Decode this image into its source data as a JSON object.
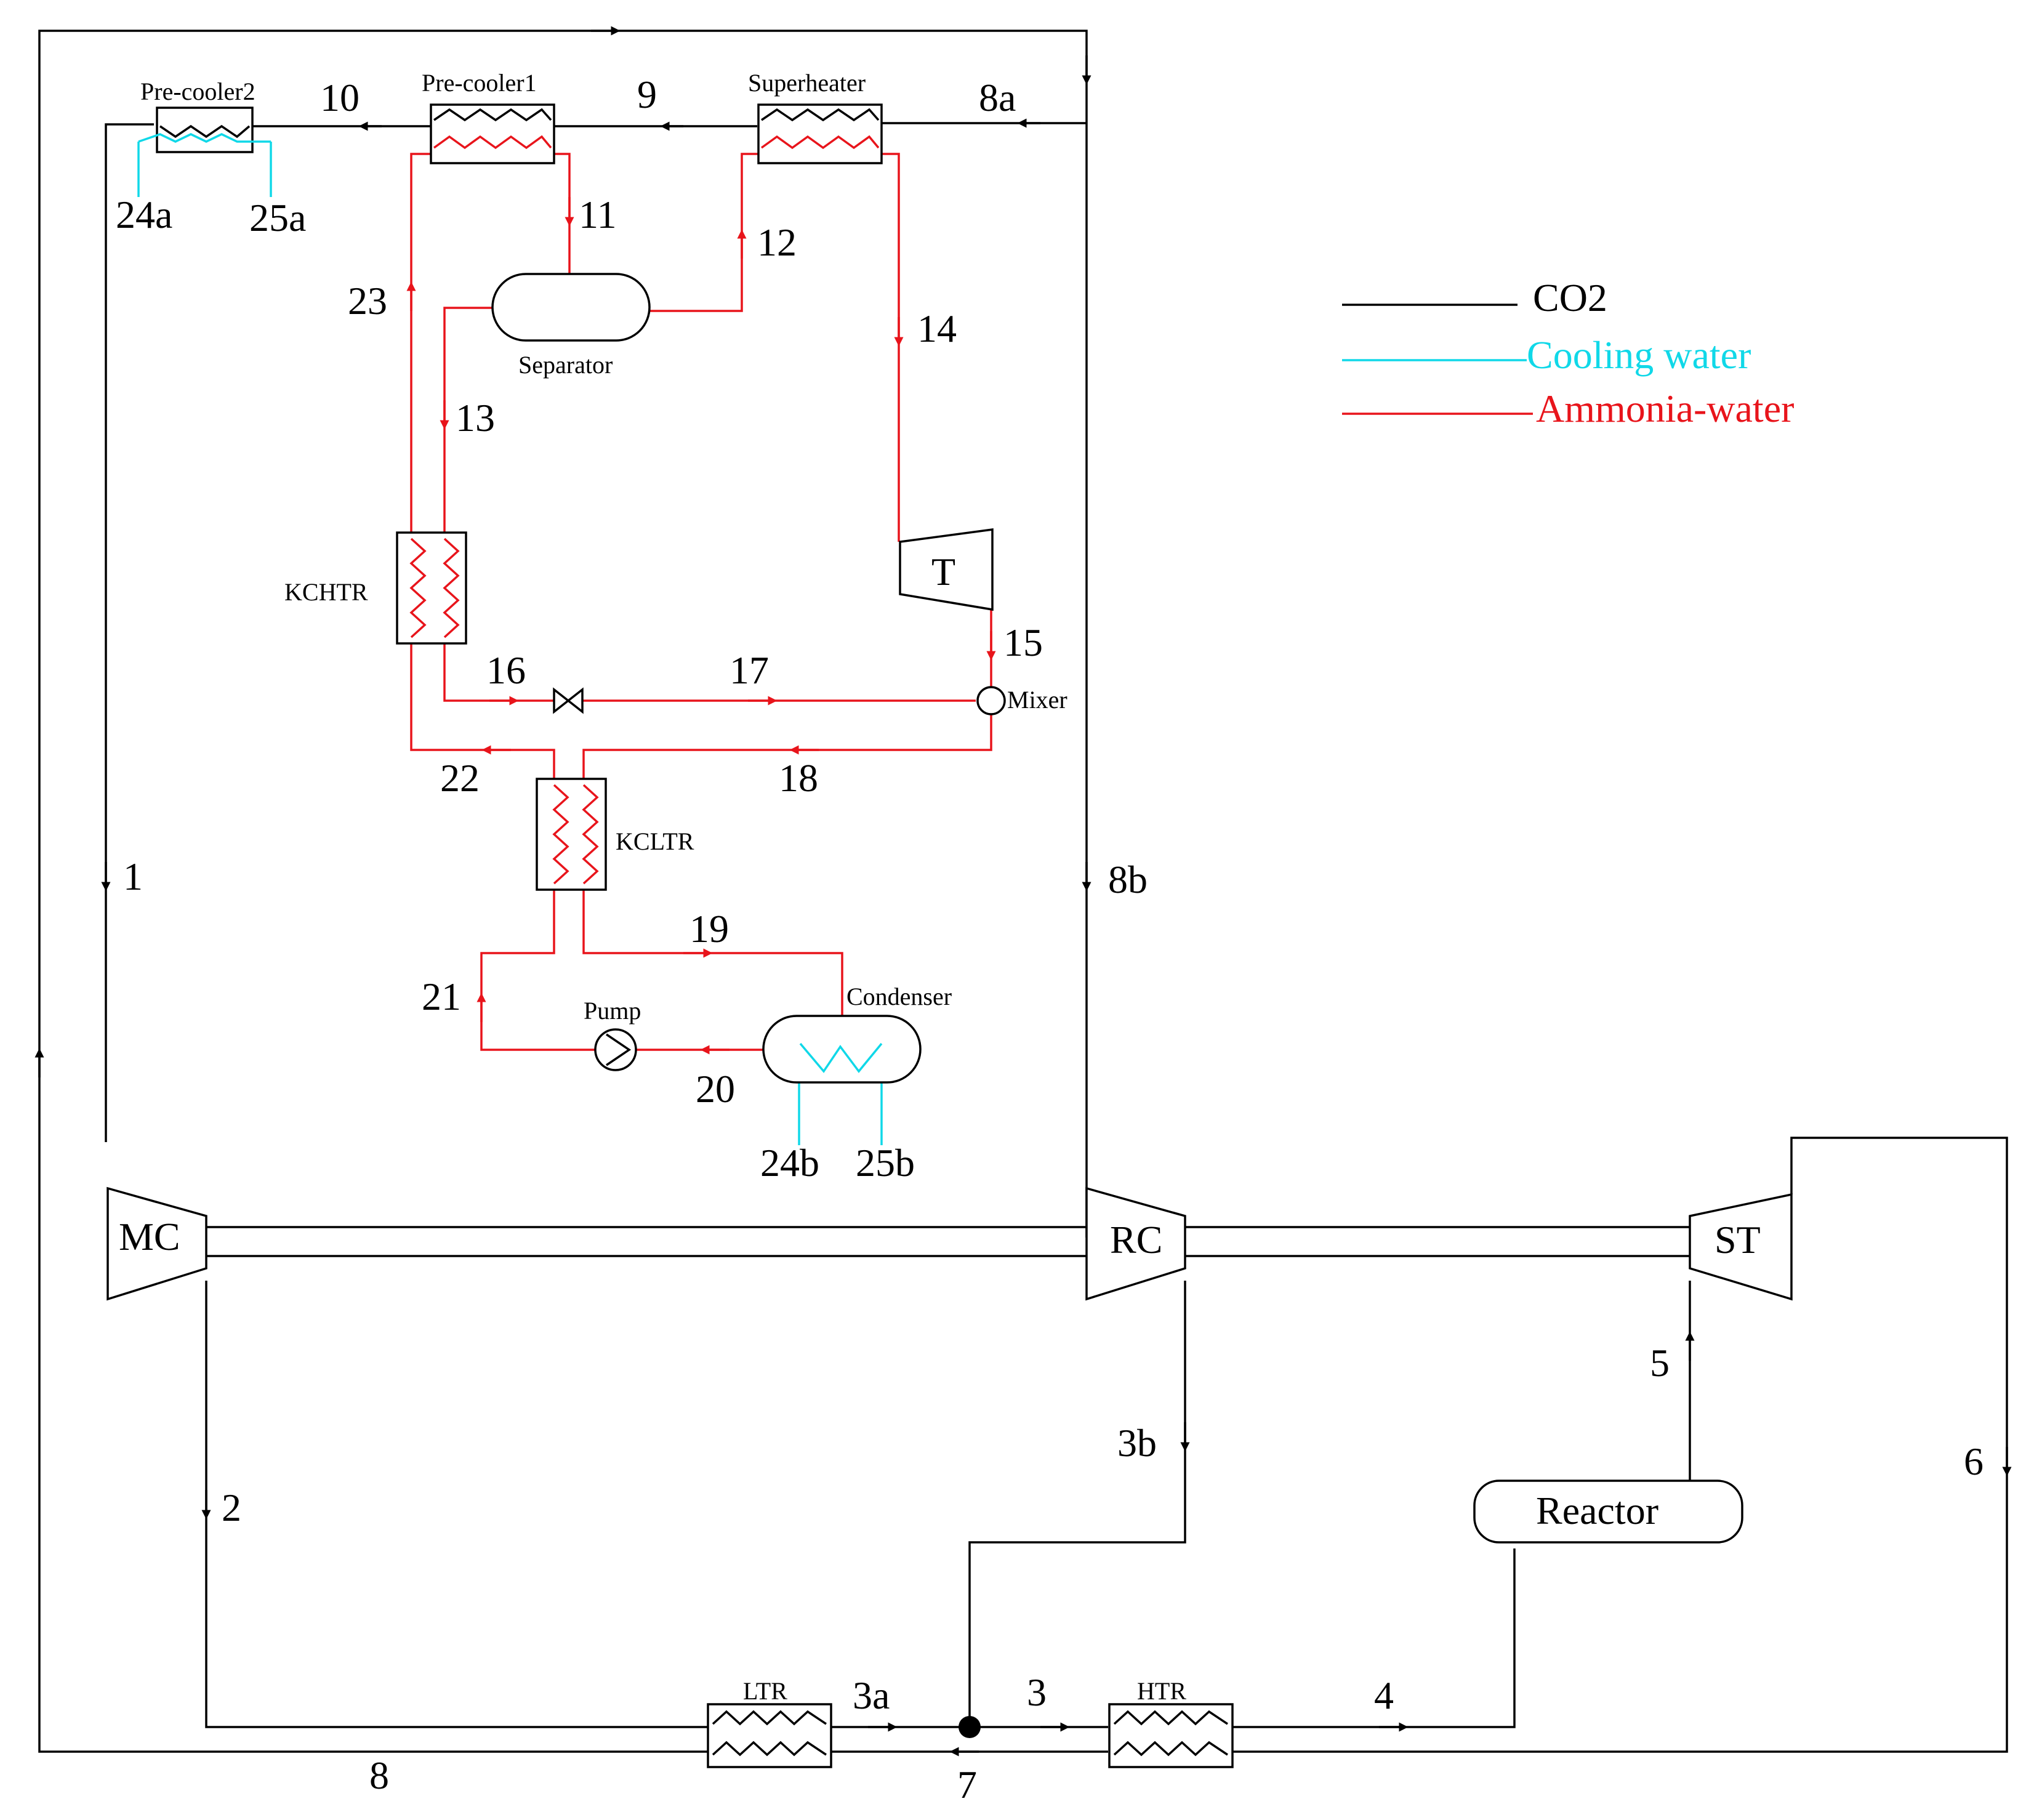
{
  "components": {
    "precooler2": "Pre-cooler2",
    "precooler1": "Pre-cooler1",
    "superheater": "Superheater",
    "separator": "Separator",
    "kchtr": "KCHTR",
    "kcltr": "KCLTR",
    "turbine_t": "T",
    "mixer": "Mixer",
    "pump": "Pump",
    "condenser": "Condenser",
    "mc": "MC",
    "rc": "RC",
    "st": "ST",
    "reactor": "Reactor",
    "ltr": "LTR",
    "htr": "HTR"
  },
  "legend": {
    "co2": "CO2",
    "cooling_water": "Cooling water",
    "ammonia_water": "Ammonia-water"
  },
  "colors": {
    "co2": "#000000",
    "cooling_water": "#10d8e8",
    "ammonia_water": "#e8141b"
  },
  "streams": {
    "s1": "1",
    "s2": "2",
    "s3": "3",
    "s3a": "3a",
    "s3b": "3b",
    "s4": "4",
    "s5": "5",
    "s6": "6",
    "s7": "7",
    "s8": "8",
    "s8a": "8a",
    "s8b": "8b",
    "s9": "9",
    "s10": "10",
    "s11": "11",
    "s12": "12",
    "s13": "13",
    "s14": "14",
    "s15": "15",
    "s16": "16",
    "s17": "17",
    "s18": "18",
    "s19": "19",
    "s20": "20",
    "s21": "21",
    "s22": "22",
    "s23": "23",
    "s24a": "24a",
    "s25a": "25a",
    "s24b": "24b",
    "s25b": "25b"
  }
}
